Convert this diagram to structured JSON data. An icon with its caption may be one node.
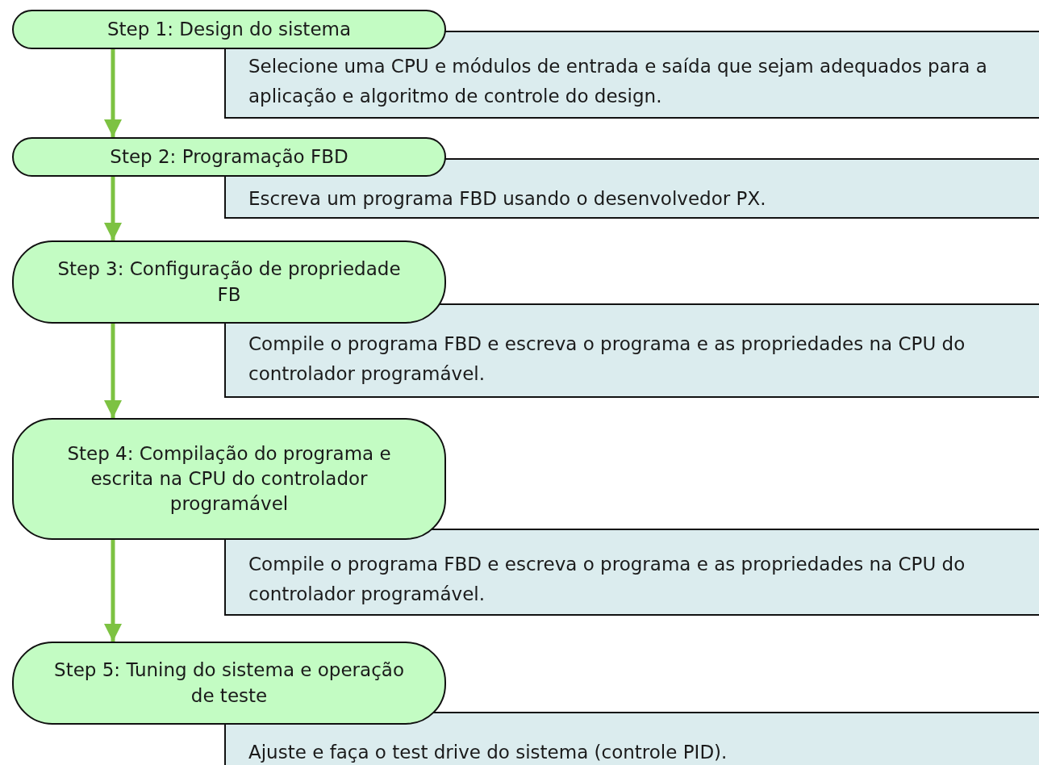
{
  "diagram": {
    "nodes": [
      {
        "text": [
          "Step 1: Design do sistema"
        ]
      },
      {
        "text": [
          "Selecione uma CPU e módulos de entrada e saída que sejam adequados para a aplicação e algoritmo de controle do design."
        ]
      },
      {
        "text": [
          "Step 2: Programação FBD"
        ]
      },
      {
        "text": [
          "Escreva um programa FBD usando o desenvolvedor PX."
        ]
      },
      {
        "text": [
          "Step 3: Configuração de propriedade FB"
        ]
      },
      {
        "text": [
          "Compile o programa FBD e escreva o programa e as propriedades na CPU do controlador programável."
        ]
      },
      {
        "text": [
          "Step 4: Compilação do programa e escrita na CPU do controlador programável"
        ]
      },
      {
        "text": [
          "Compile o programa FBD e escreva o programa e as propriedades na CPU do controlador programável."
        ]
      },
      {
        "text": [
          "Step 5: Tuning do sistema e operação de teste"
        ]
      },
      {
        "text": [
          "Ajuste e faça o test drive do sistema (controle PID)."
        ]
      }
    ],
    "edges": [
      {
        "from": 0,
        "to": 2,
        "arrow": "to"
      },
      {
        "from": 2,
        "to": 4,
        "arrow": "to"
      },
      {
        "from": 4,
        "to": 6,
        "arrow": "to"
      },
      {
        "from": 6,
        "to": 8,
        "arrow": "to"
      }
    ]
  }
}
